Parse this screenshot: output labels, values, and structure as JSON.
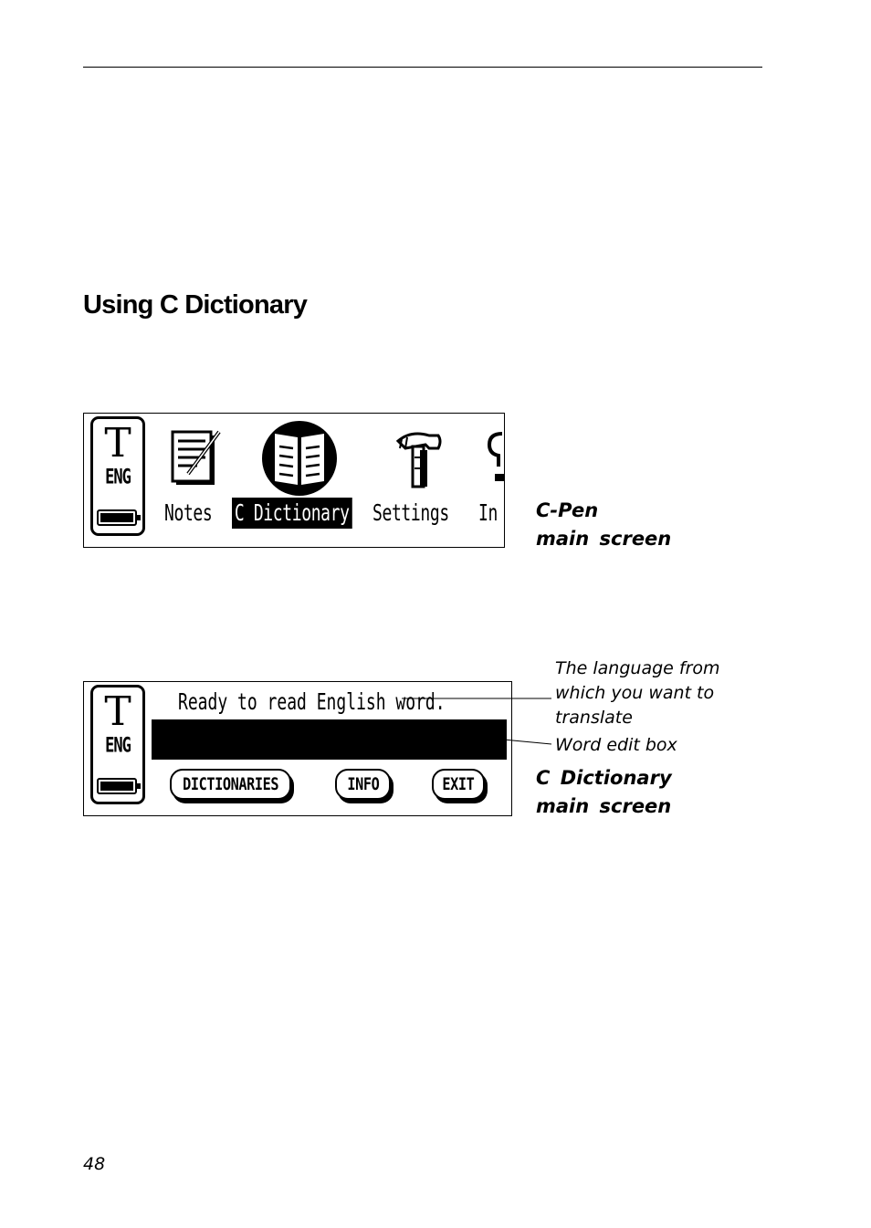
{
  "section_heading": "Using C Dictionary",
  "main_screen": {
    "status": {
      "glyph": "T",
      "language": "ENG",
      "icon": "battery-icon"
    },
    "menu": [
      {
        "label": "Notes",
        "icon": "notepad-icon",
        "selected": false
      },
      {
        "label": "C Dictionary",
        "icon": "book-icon",
        "selected": true
      },
      {
        "label": "Settings",
        "icon": "hammer-icon",
        "selected": false
      },
      {
        "label": "In",
        "icon": "info-icon",
        "selected": false
      }
    ],
    "caption_line1": "C-Pen",
    "caption_line2": "main screen"
  },
  "dictionary_screen": {
    "status": {
      "glyph": "T",
      "language": "ENG",
      "icon": "battery-icon"
    },
    "title": "Ready to read English word.",
    "word_edit_box_value": "",
    "buttons": {
      "dictionaries": "DICTIONARIES",
      "info": "INFO",
      "exit": "EXIT"
    },
    "caption_line1": "C Dictionary",
    "caption_line2": "main screen"
  },
  "callouts": {
    "language_line1": "The language from",
    "language_line2": "which you want to",
    "language_line3": "translate",
    "word_edit_box": "Word edit box"
  },
  "page_number": "48"
}
